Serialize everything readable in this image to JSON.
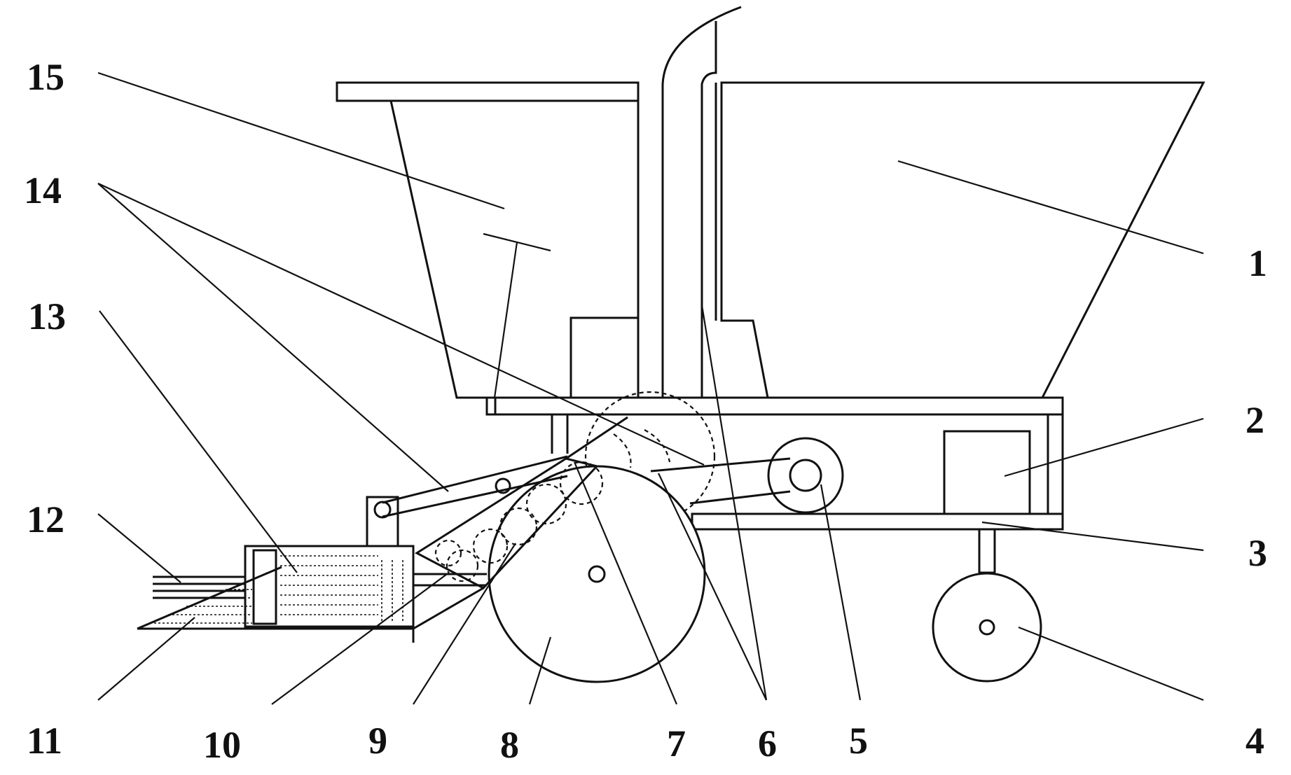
{
  "diagram": {
    "labels": [
      "15",
      "14",
      "13",
      "12",
      "11",
      "10",
      "9",
      "8",
      "7",
      "6",
      "5",
      "4",
      "3",
      "2",
      "1"
    ]
  }
}
